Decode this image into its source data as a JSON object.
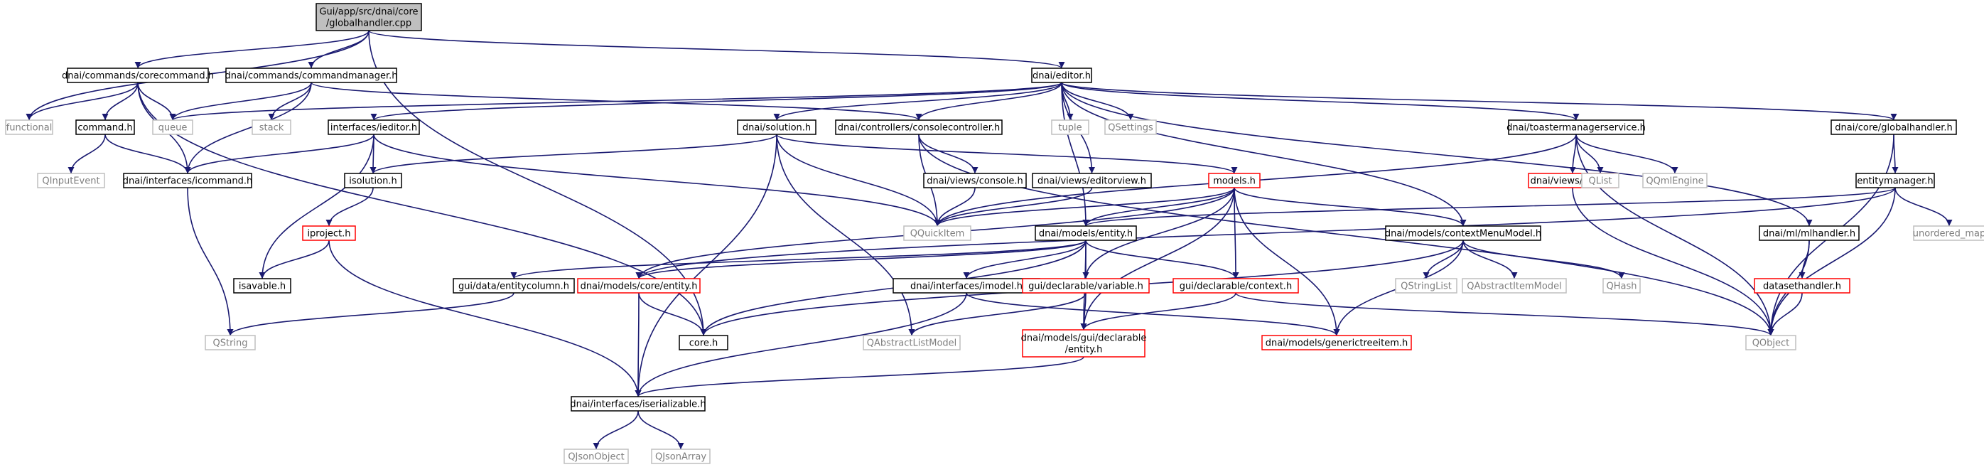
{
  "colors": {
    "background": "#ffffff",
    "edge": "#191970",
    "node_border": "#000000",
    "node_border_truncated": "#ff0000",
    "node_border_external": "#bfbfbf",
    "root_fill": "#bfbfbf",
    "text": "#000000",
    "text_external": "#7f7f7f"
  },
  "nodes": {
    "root": {
      "lines": [
        "Gui/app/src/dnai/core",
        "/globalhandler.cpp"
      ],
      "kind": "root"
    },
    "functional": {
      "lines": [
        "functional"
      ],
      "kind": "external"
    },
    "corecommand": {
      "lines": [
        "dnai/commands/corecommand.h"
      ],
      "kind": "normal"
    },
    "commandmanager": {
      "lines": [
        "dnai/commands/commandmanager.h"
      ],
      "kind": "normal"
    },
    "editor": {
      "lines": [
        "dnai/editor.h"
      ],
      "kind": "normal"
    },
    "queue": {
      "lines": [
        "queue"
      ],
      "kind": "external"
    },
    "stack": {
      "lines": [
        "stack"
      ],
      "kind": "external"
    },
    "command": {
      "lines": [
        "command.h"
      ],
      "kind": "normal"
    },
    "qinputevent": {
      "lines": [
        "QInputEvent"
      ],
      "kind": "external"
    },
    "icommand": {
      "lines": [
        "dnai/interfaces/icommand.h"
      ],
      "kind": "normal"
    },
    "ieditor": {
      "lines": [
        "interfaces/ieditor.h"
      ],
      "kind": "normal"
    },
    "solution": {
      "lines": [
        "dnai/solution.h"
      ],
      "kind": "normal"
    },
    "consolecontroller": {
      "lines": [
        "dnai/controllers/consolecontroller.h"
      ],
      "kind": "normal"
    },
    "tuple": {
      "lines": [
        "tuple"
      ],
      "kind": "external"
    },
    "qsettings": {
      "lines": [
        "QSettings"
      ],
      "kind": "external"
    },
    "toastermanager": {
      "lines": [
        "dnai/toastermanagerservice.h"
      ],
      "kind": "normal"
    },
    "globalhandler_h": {
      "lines": [
        "dnai/core/globalhandler.h"
      ],
      "kind": "normal"
    },
    "isolution": {
      "lines": [
        "isolution.h"
      ],
      "kind": "normal"
    },
    "console": {
      "lines": [
        "dnai/views/console.h"
      ],
      "kind": "normal"
    },
    "editorview": {
      "lines": [
        "dnai/views/editorview.h"
      ],
      "kind": "normal"
    },
    "models": {
      "lines": [
        "models.h"
      ],
      "kind": "truncated"
    },
    "toast": {
      "lines": [
        "dnai/views/toast.h"
      ],
      "kind": "truncated"
    },
    "qlist": {
      "lines": [
        "QList"
      ],
      "kind": "external"
    },
    "qqmlengine": {
      "lines": [
        "QQmlEngine"
      ],
      "kind": "external"
    },
    "entitymanager": {
      "lines": [
        "entitymanager.h"
      ],
      "kind": "normal"
    },
    "iproject": {
      "lines": [
        "iproject.h"
      ],
      "kind": "truncated"
    },
    "qquickitem": {
      "lines": [
        "QQuickItem"
      ],
      "kind": "external"
    },
    "entity": {
      "lines": [
        "dnai/models/entity.h"
      ],
      "kind": "normal"
    },
    "contextmenumodel": {
      "lines": [
        "dnai/models/contextMenuModel.h"
      ],
      "kind": "normal"
    },
    "mlhandler": {
      "lines": [
        "dnai/ml/mlhandler.h"
      ],
      "kind": "normal"
    },
    "unordered_map": {
      "lines": [
        "unordered_map"
      ],
      "kind": "external"
    },
    "isavable": {
      "lines": [
        "isavable.h"
      ],
      "kind": "normal"
    },
    "entitycolumn": {
      "lines": [
        "gui/data/entitycolumn.h"
      ],
      "kind": "normal"
    },
    "core_entity": {
      "lines": [
        "dnai/models/core/entity.h"
      ],
      "kind": "truncated"
    },
    "imodel": {
      "lines": [
        "dnai/interfaces/imodel.h"
      ],
      "kind": "normal"
    },
    "variable": {
      "lines": [
        "gui/declarable/variable.h"
      ],
      "kind": "truncated"
    },
    "context": {
      "lines": [
        "gui/declarable/context.h"
      ],
      "kind": "truncated"
    },
    "qstringlist": {
      "lines": [
        "QStringList"
      ],
      "kind": "external"
    },
    "qabstractitemmodel": {
      "lines": [
        "QAbstractItemModel"
      ],
      "kind": "external"
    },
    "qhash": {
      "lines": [
        "QHash"
      ],
      "kind": "external"
    },
    "datasethandler": {
      "lines": [
        "datasethandler.h"
      ],
      "kind": "truncated"
    },
    "qstring": {
      "lines": [
        "QString"
      ],
      "kind": "external"
    },
    "core_h": {
      "lines": [
        "core.h"
      ],
      "kind": "normal"
    },
    "qabstractlistmodel": {
      "lines": [
        "QAbstractListModel"
      ],
      "kind": "external"
    },
    "gui_entity": {
      "lines": [
        "dnai/models/gui/declarable",
        "/entity.h"
      ],
      "kind": "truncated"
    },
    "generictreeitem": {
      "lines": [
        "dnai/models/generictreeitem.h"
      ],
      "kind": "truncated"
    },
    "qobject": {
      "lines": [
        "QObject"
      ],
      "kind": "external"
    },
    "iserializable": {
      "lines": [
        "dnai/interfaces/iserializable.h"
      ],
      "kind": "normal"
    },
    "qjsonobject": {
      "lines": [
        "QJsonObject"
      ],
      "kind": "external"
    },
    "qjsonarray": {
      "lines": [
        "QJsonArray"
      ],
      "kind": "external"
    }
  },
  "edges": [
    [
      "root",
      "functional"
    ],
    [
      "root",
      "corecommand"
    ],
    [
      "root",
      "commandmanager"
    ],
    [
      "root",
      "editor"
    ],
    [
      "root",
      "core_h"
    ],
    [
      "corecommand",
      "functional"
    ],
    [
      "corecommand",
      "queue"
    ],
    [
      "corecommand",
      "command"
    ],
    [
      "corecommand",
      "icommand"
    ],
    [
      "corecommand",
      "core_h"
    ],
    [
      "commandmanager",
      "queue"
    ],
    [
      "commandmanager",
      "stack"
    ],
    [
      "commandmanager",
      "icommand"
    ],
    [
      "commandmanager",
      "consolecontroller"
    ],
    [
      "command",
      "qinputevent"
    ],
    [
      "command",
      "icommand"
    ],
    [
      "icommand",
      "qstring"
    ],
    [
      "editor",
      "queue"
    ],
    [
      "editor",
      "ieditor"
    ],
    [
      "editor",
      "solution"
    ],
    [
      "editor",
      "tuple"
    ],
    [
      "editor",
      "qsettings"
    ],
    [
      "editor",
      "toastermanager"
    ],
    [
      "editor",
      "globalhandler_h"
    ],
    [
      "editor",
      "editorview"
    ],
    [
      "editor",
      "entity"
    ],
    [
      "editor",
      "contextmenumodel"
    ],
    [
      "editor",
      "mlhandler"
    ],
    [
      "editor",
      "consolecontroller"
    ],
    [
      "ieditor",
      "icommand"
    ],
    [
      "ieditor",
      "isolution"
    ],
    [
      "ieditor",
      "isavable"
    ],
    [
      "ieditor",
      "qquickitem"
    ],
    [
      "solution",
      "isolution"
    ],
    [
      "solution",
      "qquickitem"
    ],
    [
      "solution",
      "models"
    ],
    [
      "solution",
      "qabstractlistmodel"
    ],
    [
      "solution",
      "iserializable"
    ],
    [
      "consolecontroller",
      "console"
    ],
    [
      "consolecontroller",
      "qquickitem"
    ],
    [
      "consolecontroller",
      "qobject"
    ],
    [
      "toastermanager",
      "toast"
    ],
    [
      "toastermanager",
      "qlist"
    ],
    [
      "toastermanager",
      "qqmlengine"
    ],
    [
      "toastermanager",
      "qobject"
    ],
    [
      "toastermanager",
      "qquickitem"
    ],
    [
      "globalhandler_h",
      "entitymanager"
    ],
    [
      "globalhandler_h",
      "qobject"
    ],
    [
      "isolution",
      "iproject"
    ],
    [
      "iproject",
      "isavable"
    ],
    [
      "iproject",
      "iserializable"
    ],
    [
      "console",
      "qquickitem"
    ],
    [
      "editorview",
      "qquickitem"
    ],
    [
      "models",
      "qquickitem"
    ],
    [
      "models",
      "entity"
    ],
    [
      "models",
      "contextmenumodel"
    ],
    [
      "models",
      "core_entity"
    ],
    [
      "models",
      "variable"
    ],
    [
      "models",
      "context"
    ],
    [
      "models",
      "gui_entity"
    ],
    [
      "models",
      "generictreeitem"
    ],
    [
      "toast",
      "qobject"
    ],
    [
      "entitymanager",
      "entity"
    ],
    [
      "entitymanager",
      "unordered_map"
    ],
    [
      "entitymanager",
      "qobject"
    ],
    [
      "entitymanager",
      "core_entity"
    ],
    [
      "entity",
      "entitycolumn"
    ],
    [
      "entity",
      "core_entity"
    ],
    [
      "entity",
      "imodel"
    ],
    [
      "entity",
      "variable"
    ],
    [
      "entity",
      "context"
    ],
    [
      "entity",
      "core_h"
    ],
    [
      "entity",
      "gui_entity"
    ],
    [
      "contextmenumodel",
      "qstringlist"
    ],
    [
      "contextmenumodel",
      "qabstractitemmodel"
    ],
    [
      "contextmenumodel",
      "qhash"
    ],
    [
      "contextmenumodel",
      "generictreeitem"
    ],
    [
      "contextmenumodel",
      "core_h"
    ],
    [
      "mlhandler",
      "datasethandler"
    ],
    [
      "mlhandler",
      "qobject"
    ],
    [
      "datasethandler",
      "qobject"
    ],
    [
      "entitycolumn",
      "qstring"
    ],
    [
      "core_entity",
      "core_h"
    ],
    [
      "core_entity",
      "iserializable"
    ],
    [
      "imodel",
      "iserializable"
    ],
    [
      "imodel",
      "generictreeitem"
    ],
    [
      "variable",
      "gui_entity"
    ],
    [
      "variable",
      "qabstractlistmodel"
    ],
    [
      "context",
      "gui_entity"
    ],
    [
      "context",
      "qobject"
    ],
    [
      "gui_entity",
      "iserializable"
    ],
    [
      "iserializable",
      "qjsonobject"
    ],
    [
      "iserializable",
      "qjsonarray"
    ]
  ]
}
